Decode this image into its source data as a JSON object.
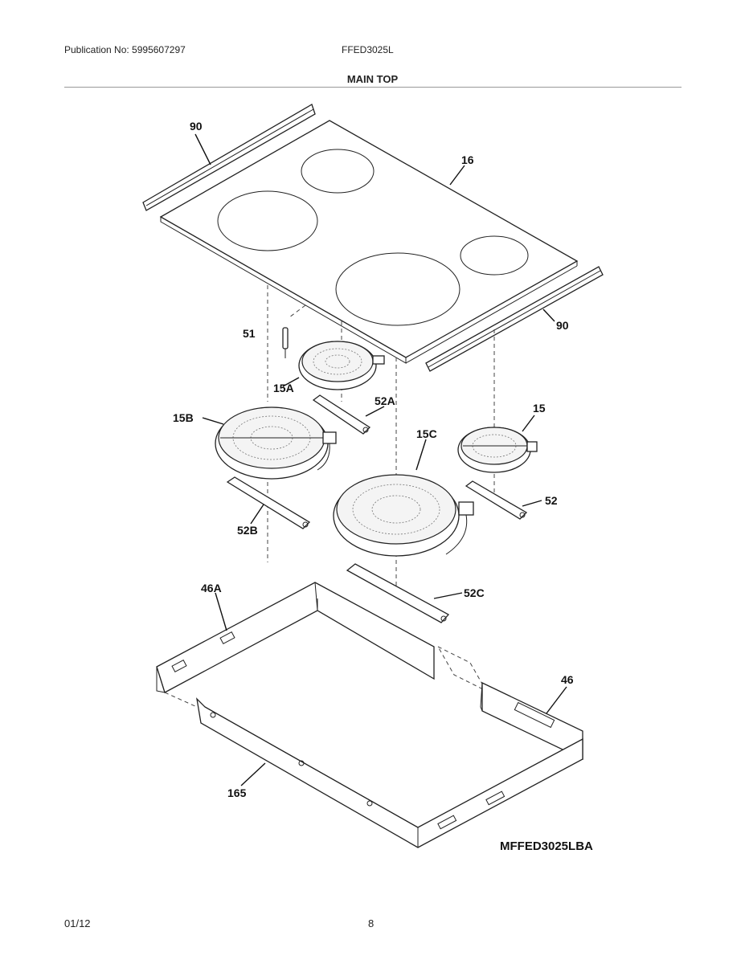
{
  "header": {
    "publication": "Publication No: 5995607297",
    "model": "FFED3025L",
    "section_title": "MAIN TOP"
  },
  "diagram": {
    "callouts": {
      "p90_top": "90",
      "p16": "16",
      "p90_right": "90",
      "p51": "51",
      "p15A": "15A",
      "p52A": "52A",
      "p15B": "15B",
      "p15": "15",
      "p15C": "15C",
      "p52": "52",
      "p52B": "52B",
      "p46A": "46A",
      "p52C": "52C",
      "p46": "46",
      "p165": "165"
    },
    "diagram_code": "MFFED3025LBA"
  },
  "footer": {
    "date": "01/12",
    "page": "8"
  }
}
